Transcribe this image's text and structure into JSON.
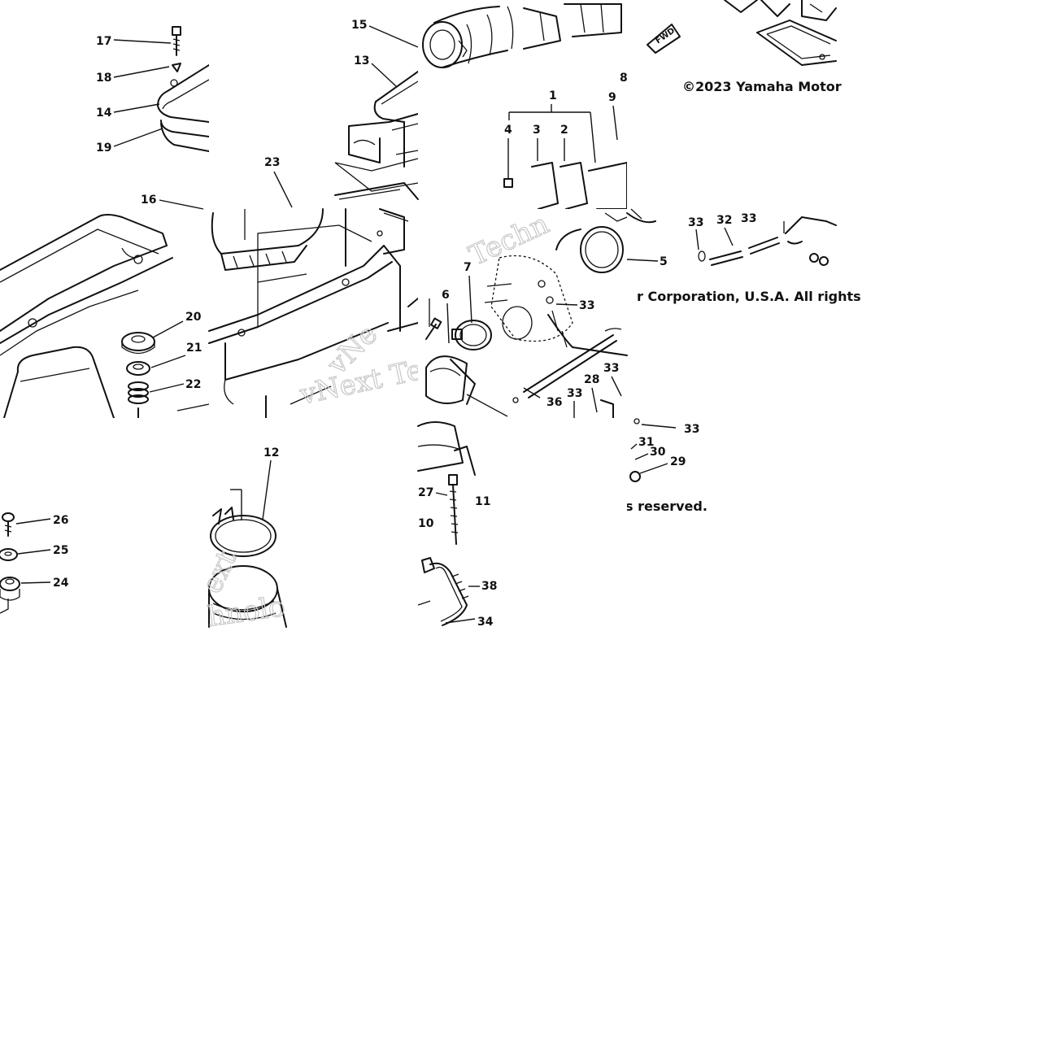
{
  "diagram": {
    "copyright_top": "©2023 Yamaha Motor",
    "copyright_mid": "r Corporation, U.S.A. All rights",
    "copyright_bottom": "s reserved.",
    "watermark_1": "vNext Te",
    "watermark_2": "Techn",
    "watermark_3": "ext",
    "watermark_4": "hnolo",
    "fwd_mark": "FWD",
    "callouts": {
      "c1": "1",
      "c2": "2",
      "c3": "3",
      "c4": "4",
      "c5": "5",
      "c6": "6",
      "c7": "7",
      "c8": "8",
      "c9": "9",
      "c10": "10",
      "c11": "11",
      "c12": "12",
      "c13": "13",
      "c14": "14",
      "c15": "15",
      "c16": "16",
      "c17": "17",
      "c18": "18",
      "c19": "19",
      "c20": "20",
      "c21": "21",
      "c22": "22",
      "c23": "23",
      "c24": "24",
      "c25": "25",
      "c26": "26",
      "c27": "27",
      "c28": "28",
      "c29": "29",
      "c30": "30",
      "c31": "31",
      "c32": "32",
      "c33": "33",
      "c34": "34",
      "c36": "36",
      "c38": "38"
    }
  }
}
